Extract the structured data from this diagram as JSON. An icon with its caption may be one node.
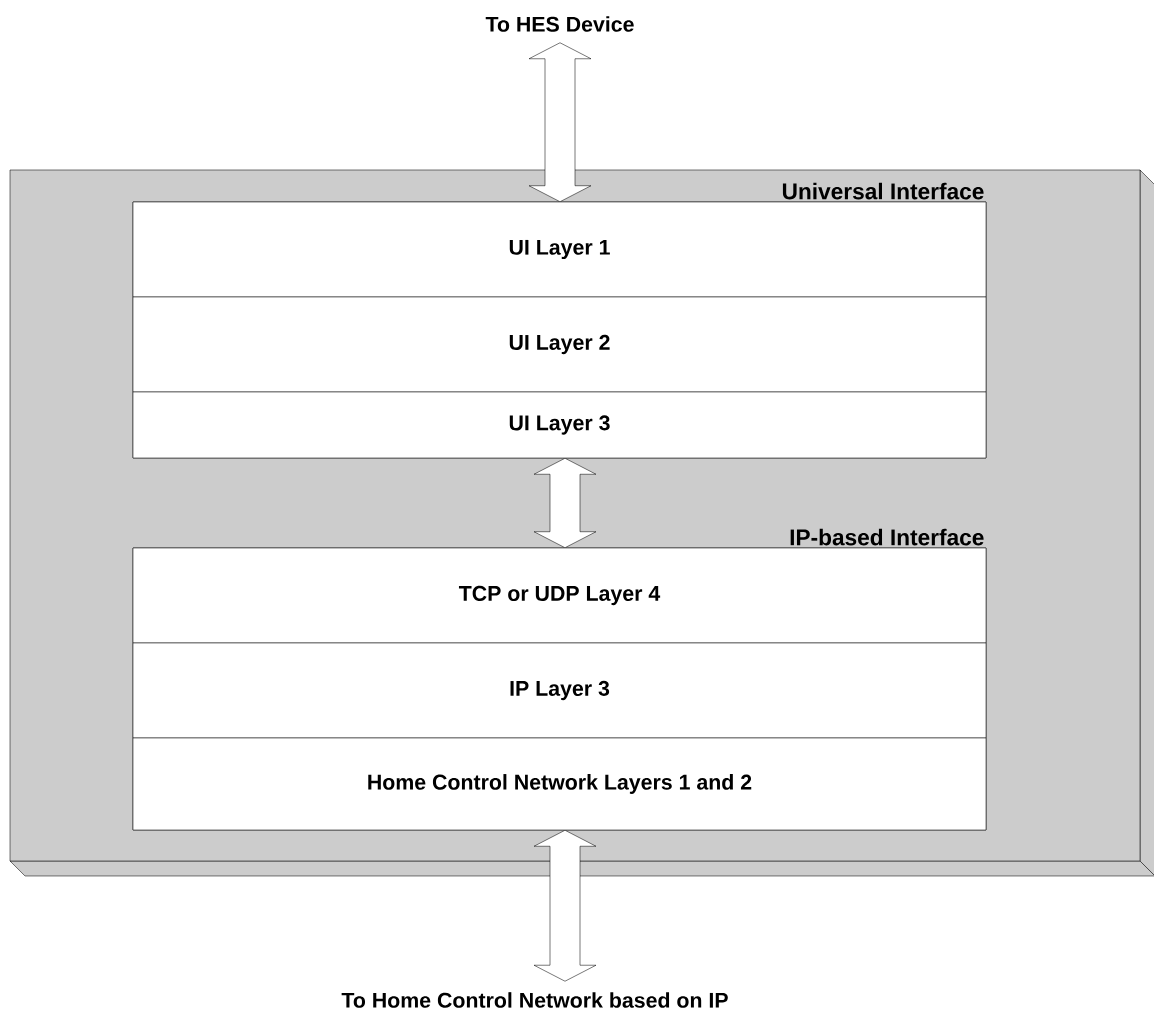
{
  "diagram": {
    "nodes": [
      {
        "text": [
          "To HES Device"
        ]
      },
      {
        "text": [],
        "shape": "box"
      },
      {
        "text": [
          "Universal Interface"
        ],
        "in": 1
      },
      {
        "text": [
          "UI Layer 1"
        ],
        "in": 2
      },
      {
        "text": [
          "UI Layer 2"
        ],
        "in": 2
      },
      {
        "text": [
          "UI Layer 3"
        ],
        "in": 2
      },
      {
        "text": [
          "IP-based Interface"
        ],
        "in": 1
      },
      {
        "text": [
          "TCP or UDP Layer 4"
        ],
        "in": 6
      },
      {
        "text": [
          "IP Layer 3"
        ],
        "in": 6
      },
      {
        "text": [
          "Home Control Network Layers 1 and 2"
        ],
        "in": 6
      },
      {
        "text": [
          "To Home Control Network based on IP"
        ]
      }
    ],
    "edges": [
      {
        "from": 0,
        "to": 2,
        "arrow": "both"
      },
      {
        "from": 2,
        "to": 6,
        "arrow": "both"
      },
      {
        "from": 6,
        "to": 10,
        "arrow": "both"
      }
    ]
  }
}
